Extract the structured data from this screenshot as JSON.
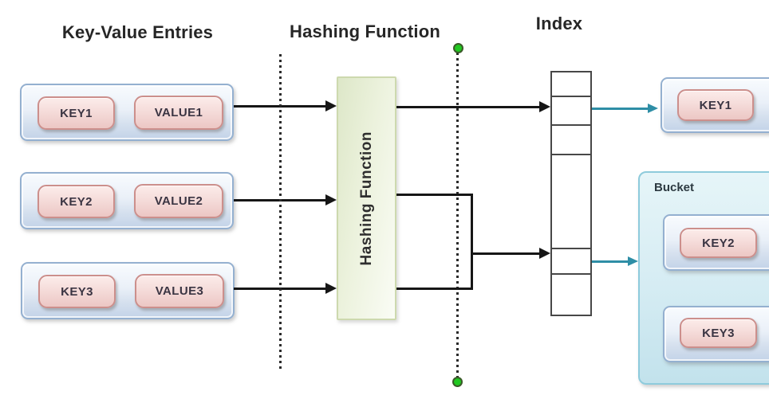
{
  "titles": {
    "entries": "Key-Value Entries",
    "hashing": "Hashing Function",
    "index": "Index"
  },
  "entries": [
    {
      "key": "KEY1",
      "value": "VALUE1"
    },
    {
      "key": "KEY2",
      "value": "VALUE2"
    },
    {
      "key": "KEY3",
      "value": "VALUE3"
    }
  ],
  "hash_box": {
    "label": "Hashing Function"
  },
  "index": {
    "cell_count": 6
  },
  "results": {
    "key1_label": "KEY1",
    "bucket": {
      "label": "Bucket",
      "keys": [
        "KEY2",
        "KEY3"
      ]
    }
  },
  "colors": {
    "arrow_black": "#161616",
    "arrow_teal": "#2e8ea6",
    "entry_fill": "#d5e0ee",
    "entry_border": "#94b0d0",
    "key_pill_fill": "#f5dcda",
    "key_pill_border": "#cc8f8c",
    "hash_fill": "#e3ecd2",
    "hash_border": "#cdd9ae",
    "bucket_fill": "#d5ecf3",
    "bucket_border": "#8ecbdc",
    "index_border": "#474747",
    "connector_dot": "#21c821"
  }
}
